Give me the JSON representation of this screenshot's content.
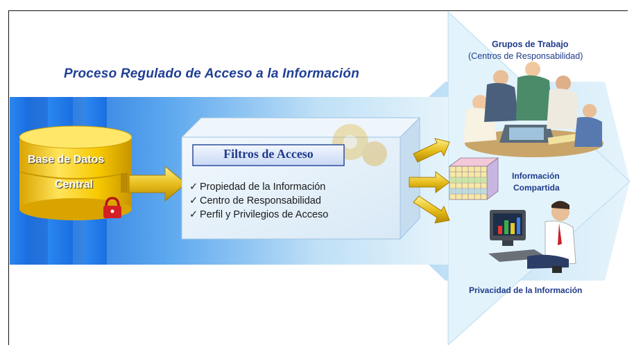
{
  "title": "Proceso Regulado de Acceso a la Información",
  "database": {
    "line1": "Base de Datos",
    "line2": "Central",
    "lock_icon": "padlock-icon"
  },
  "filters": {
    "title": "Filtros de Acceso",
    "check_symbol": "✓",
    "criteria": [
      "Propiedad de la Información",
      "Centro de Responsabilidad",
      "Perfil y Privilegios de Acceso"
    ]
  },
  "outputs": {
    "groups": {
      "title": "Grupos de Trabajo",
      "subtitle": "(Centros de Responsabilidad)"
    },
    "shared": {
      "line1": "Información",
      "line2": "Compartida"
    },
    "privacy": {
      "label": "Privacidad de la Información"
    }
  },
  "colors": {
    "title": "#1f3f95",
    "arrow_dark": "#1b6fe0",
    "arrow_light": "#e4f3fb",
    "stripe": "#1f7cea",
    "cylinder": "#f4c400",
    "arrow_gold": "#e8c020"
  }
}
